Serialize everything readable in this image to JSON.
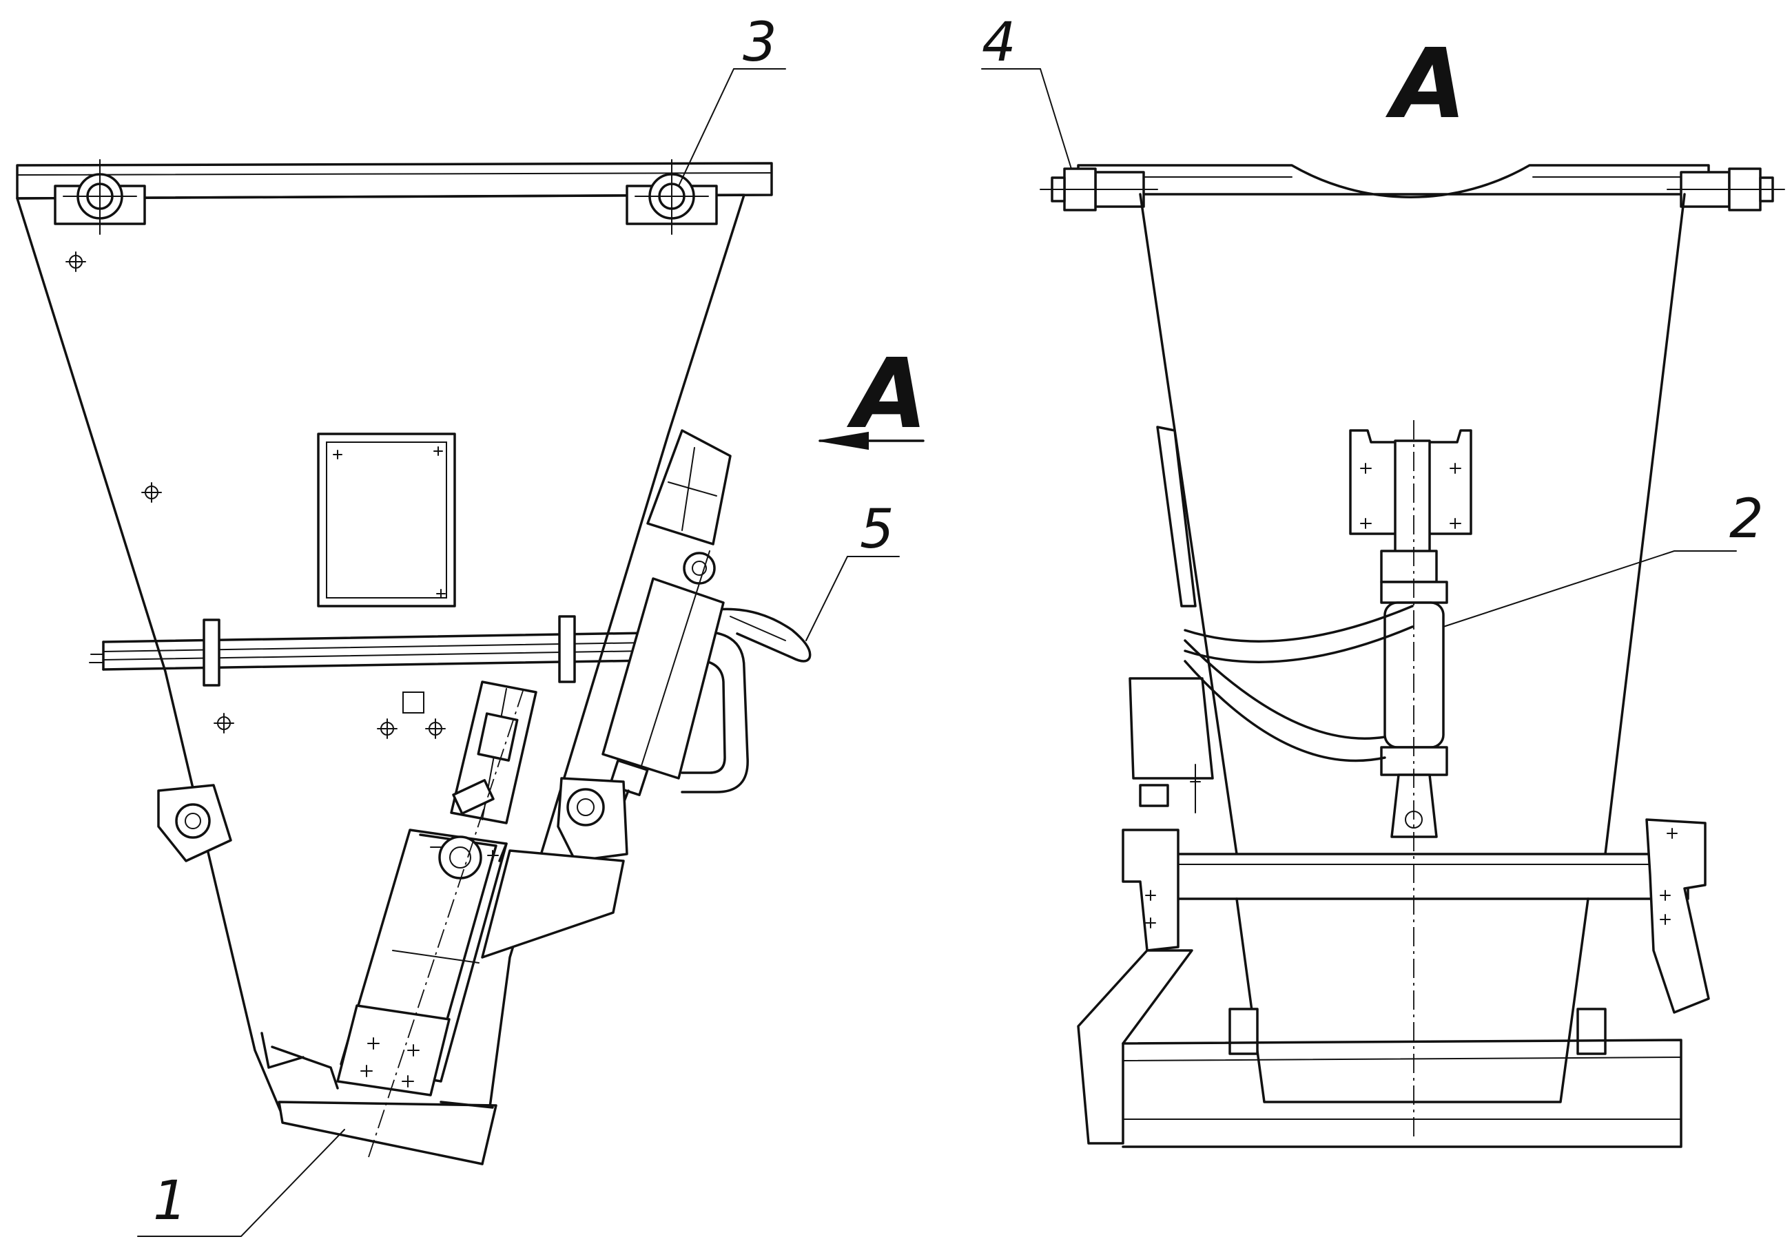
{
  "drawing": {
    "labels": {
      "part_1": "1",
      "part_2": "2",
      "part_3": "3",
      "part_4": "4",
      "part_5": "5",
      "view_arrow": "A",
      "view_title": "A"
    },
    "colors": {
      "line": "#111111",
      "background": "#ffffff"
    }
  }
}
